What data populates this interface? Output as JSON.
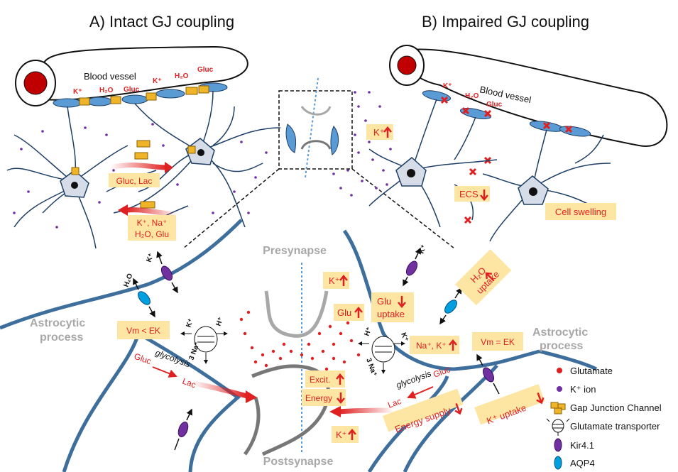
{
  "panels": {
    "a_title": "A) Intact GJ coupling",
    "b_title": "B) Impaired GJ coupling"
  },
  "top_left": {
    "vessel": "Blood vessel",
    "k1": "K⁺",
    "h2o1": "H₂O",
    "gluc1": "Gluc",
    "k2": "K⁺",
    "h2o2": "H₂O",
    "gluc2": "Gluc",
    "flow_right": "Gluc, Lac",
    "flow_left_1": "K⁺, Na⁺",
    "flow_left_2": "H₂O, Glu"
  },
  "top_right": {
    "vessel": "Blood vessel",
    "k": "K⁺",
    "h2o": "H₂O",
    "gluc": "Gluc",
    "k_box": "K⁺",
    "ecs_box": "ECS",
    "swelling": "Cell swelling"
  },
  "bottom": {
    "presynapse": "Presynapse",
    "postsynapse": "Postsynapse",
    "astro_left_1": "Astrocytic",
    "astro_left_2": "process",
    "astro_right_1": "Astrocytic",
    "astro_right_2": "process",
    "k_up_left": "K⁺",
    "h2o_left": "H₂O",
    "vm_left": "Vm < EK",
    "k_trans_left": "K⁺",
    "h_trans_left": "H⁺",
    "na_trans_left": "3 Na⁺",
    "glycolysis_left": "glycolysis",
    "gluc_left": "Gluc",
    "lac_left": "Lac",
    "k_box_mid": "K⁺",
    "glu_box": "Glu",
    "excit_box": "Excit.",
    "energy_box": "Energy",
    "k_box_low": "K⁺",
    "glu_uptake_1": "Glu",
    "glu_uptake_2": "uptake",
    "h2o_uptake_1": "H₂O",
    "h2o_uptake_2": "uptake",
    "k_right_top": "K⁺",
    "na_k_box": "Na⁺, K⁺",
    "vm_right": "Vm = EK",
    "h_trans_right": "H⁺",
    "k_trans_right": "K⁺",
    "na_trans_right": "3 Na⁺",
    "glycolysis_right": "glycolysis",
    "gluc_right": "Gluc",
    "lac_right": "Lac",
    "energy_supply": "Energy supply",
    "k_uptake": "K⁺ uptake"
  },
  "legend": {
    "glutamate": "Glutamate",
    "k_ion": "K⁺ ion",
    "gj": "Gap Junction Channel",
    "transporter": "Glutamate transporter",
    "kir": "Kir4.1",
    "aqp4": "AQP4"
  },
  "colors": {
    "astro_line": "#1e3f66",
    "membrane": "#3d6e9c",
    "endfoot": "#5b9bd5",
    "box": "#fde6a4",
    "label_red": "#e02020",
    "k_ion": "#7030a0",
    "glutamate": "#e02020"
  }
}
